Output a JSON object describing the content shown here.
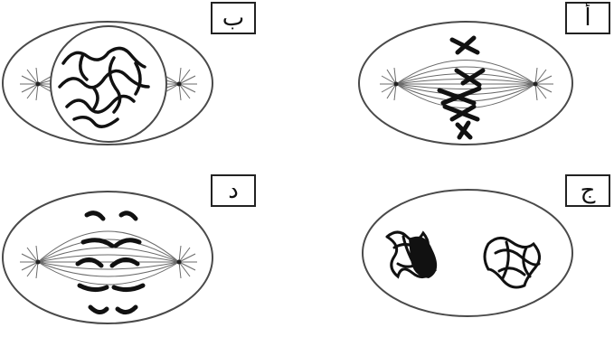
{
  "diagram": {
    "panels": [
      {
        "id": "a",
        "label": "أ",
        "stage": "metaphase-spindle"
      },
      {
        "id": "b",
        "label": "ب",
        "stage": "prophase-nucleus"
      },
      {
        "id": "c",
        "label": "ج",
        "stage": "telophase-two-nuclei"
      },
      {
        "id": "d",
        "label": "د",
        "stage": "anaphase-separating"
      }
    ],
    "colors": {
      "line": "#4a4a4a",
      "chromosome": "#111111",
      "background": "#ffffff"
    }
  }
}
